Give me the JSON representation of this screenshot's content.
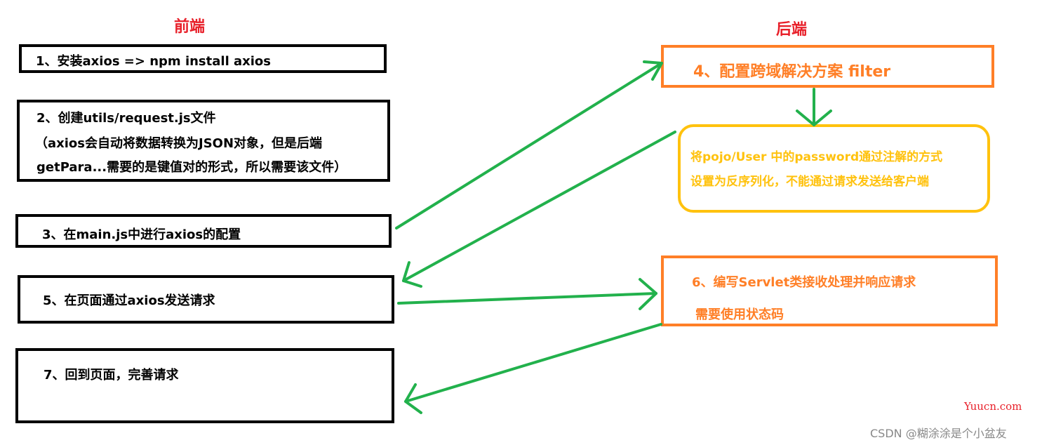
{
  "frontend_title": "前端",
  "backend_title": "后端",
  "steps": {
    "s1": "1、安装axios    =>    npm install axios",
    "s2_line1": "2、创建utils/request.js文件",
    "s2_line2": "（axios会自动将数据转换为JSON对象，但是后端",
    "s2_line3": "getPara...需要的是键值对的形式，所以需要该文件）",
    "s3": "3、在main.js中进行axios的配置",
    "s4": "4、配置跨域解决方案   filter",
    "note_line1": "将pojo/User 中的password通过注解的方式",
    "note_line2": "设置为反序列化，不能通过请求发送给客户端",
    "s5": "5、在页面通过axios发送请求",
    "s6_line1": "6、编写Servlet类接收处理并响应请求",
    "s6_line2": "需要使用状态码",
    "s7": "7、回到页面，完善请求"
  },
  "watermarks": {
    "site": "Yuucn.com",
    "author": "CSDN @糊涂涂是个小盆友"
  },
  "colors": {
    "title": "#e8202a",
    "frontend_box": "#000000",
    "backend_box": "#ff7f27",
    "note_box": "#ffc20e",
    "arrow": "#22b14c"
  }
}
